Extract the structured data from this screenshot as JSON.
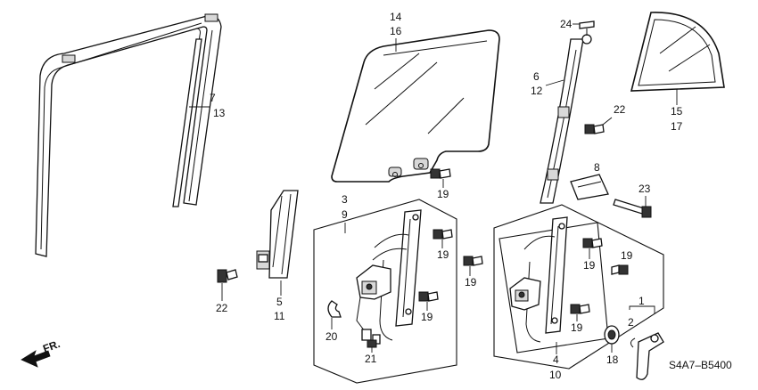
{
  "diagram_code": "S4A7–B5400",
  "direction_label": "FR.",
  "callouts": {
    "c1": "1",
    "c2": "2",
    "c3": "3",
    "c4": "4",
    "c5": "5",
    "c6": "6",
    "c7": "7",
    "c8": "8",
    "c9": "9",
    "c10": "10",
    "c11": "11",
    "c12": "12",
    "c13": "13",
    "c14": "14",
    "c15": "15",
    "c16": "16",
    "c17": "17",
    "c18": "18",
    "c19": "19",
    "c20": "20",
    "c21": "21",
    "c22": "22",
    "c23": "23",
    "c24": "24"
  },
  "colors": {
    "line": "#111111",
    "background": "#ffffff",
    "shade": "#d8d8d8"
  }
}
